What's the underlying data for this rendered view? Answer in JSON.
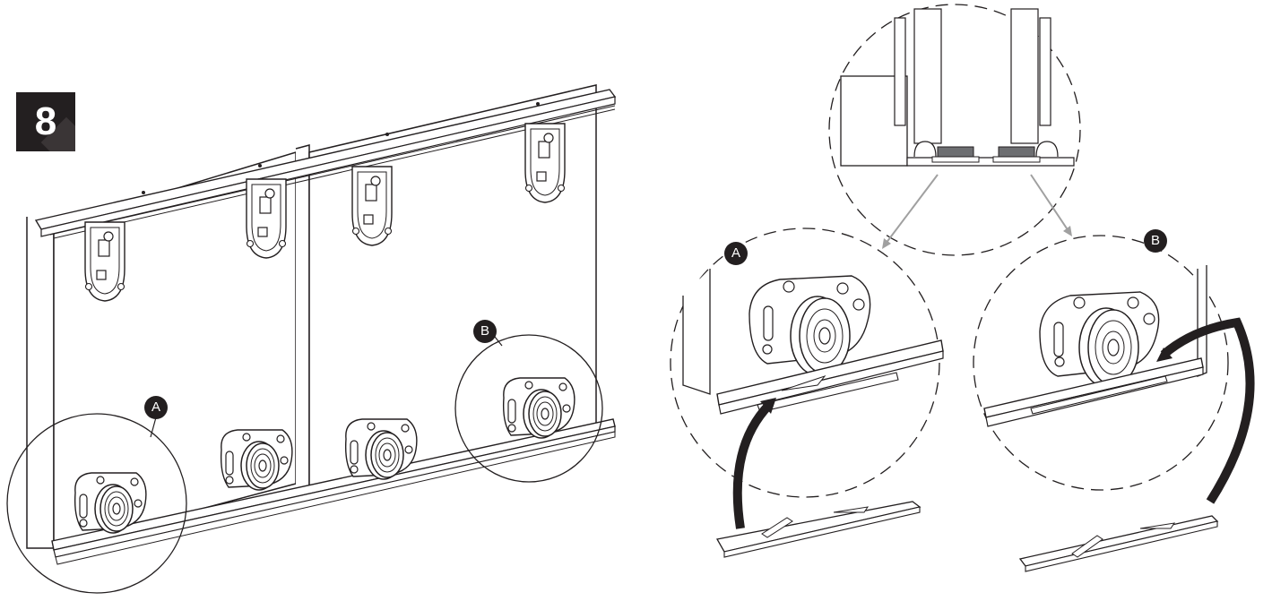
{
  "step": {
    "number": "8"
  },
  "markers": {
    "left_a": "A",
    "left_b": "B",
    "right_a": "A",
    "right_b": "B"
  },
  "colors": {
    "line": "#231f20",
    "badge": "#231f20",
    "arrow_gray": "#a0a0a0",
    "insert_fill": "#6d6e71"
  }
}
